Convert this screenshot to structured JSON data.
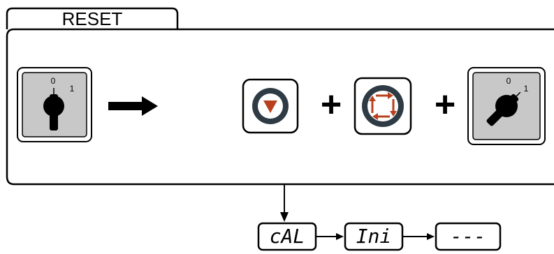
{
  "tab": {
    "title": "RESET"
  },
  "switch_off": {
    "label_off": "0",
    "label_on": "1",
    "position": "0"
  },
  "switch_on": {
    "label_off": "0",
    "label_on": "1",
    "position": "1"
  },
  "operators": {
    "plus": "+"
  },
  "display_sequence": [
    {
      "text": "cAL"
    },
    {
      "text": "Ini"
    },
    {
      "text": "---"
    }
  ],
  "colors": {
    "line": "#000000",
    "dial_bg": "#c8c8c8",
    "button_ring": "#2f3b44",
    "accent_red": "#b8401f"
  }
}
